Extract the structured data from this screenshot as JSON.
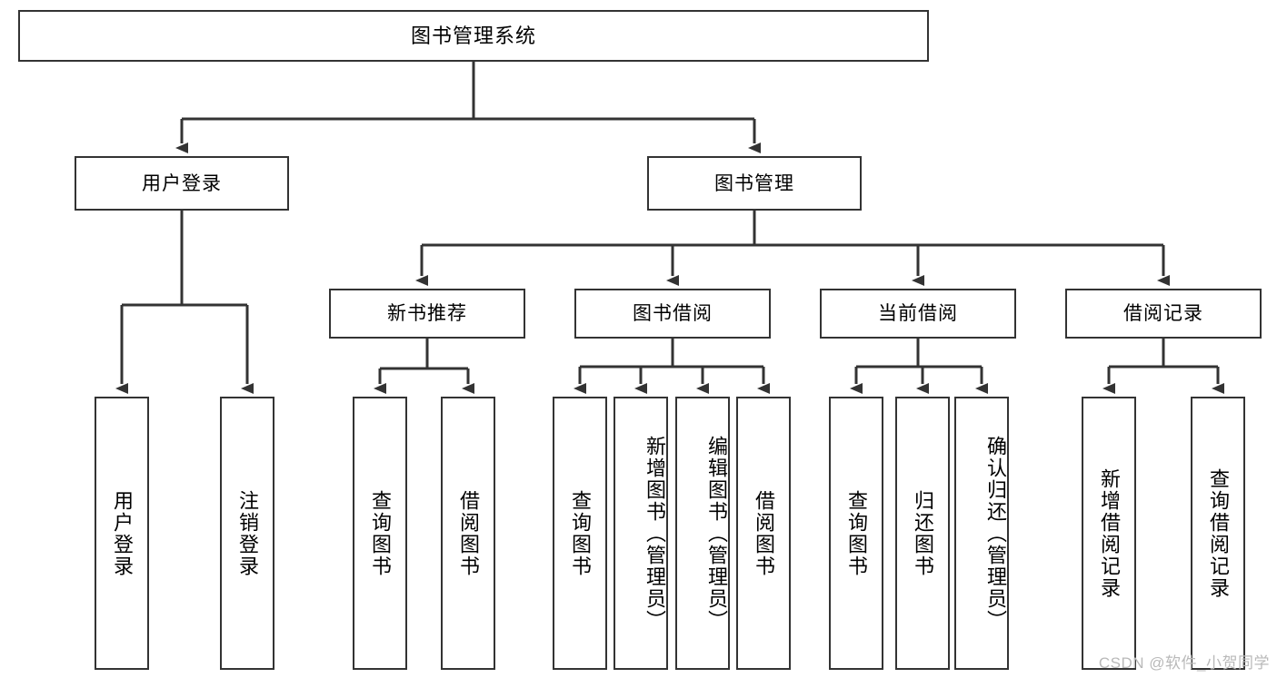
{
  "diagram": {
    "title": "图书管理系统",
    "type": "tree-hierarchy-chart",
    "root": {
      "label": "图书管理系统"
    },
    "level1": [
      {
        "label": "用户登录"
      },
      {
        "label": "图书管理"
      }
    ],
    "level2": [
      {
        "label": "新书推荐"
      },
      {
        "label": "图书借阅"
      },
      {
        "label": "当前借阅"
      },
      {
        "label": "借阅记录"
      }
    ],
    "leaves": {
      "user_login": [
        {
          "label": "用户登录"
        },
        {
          "label": "注销登录"
        }
      ],
      "new_book_recommend": [
        {
          "label": "查询图书"
        },
        {
          "label": "借阅图书"
        }
      ],
      "book_borrow": [
        {
          "label": "查询图书"
        },
        {
          "label": "新增图书（管理员）"
        },
        {
          "label": "编辑图书（管理员）"
        },
        {
          "label": "借阅图书"
        }
      ],
      "current_borrow": [
        {
          "label": "查询图书"
        },
        {
          "label": "归还图书"
        },
        {
          "label": "确认归还（管理员）"
        }
      ],
      "borrow_record": [
        {
          "label": "新增借阅记录"
        },
        {
          "label": "查询借阅记录"
        }
      ]
    }
  },
  "watermark": {
    "text": "CSDN @软件_小贺同学"
  },
  "colors": {
    "box_border": "#333333",
    "box_fill": "#ffffff",
    "connector": "#333333",
    "text": "#000000",
    "watermark": "#b9b9b9"
  }
}
